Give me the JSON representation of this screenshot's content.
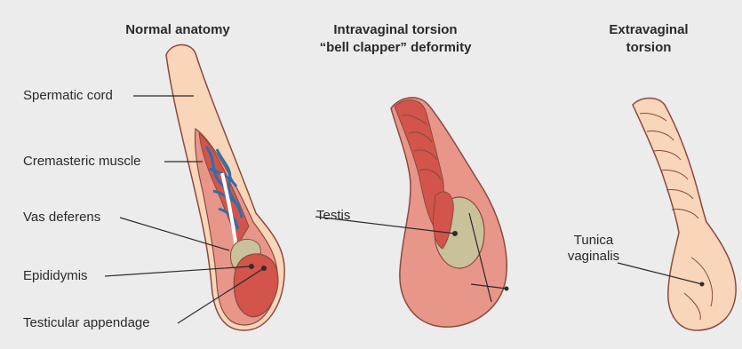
{
  "panels": {
    "normal": {
      "title": "Normal anatomy"
    },
    "intravaginal": {
      "title_line1": "Intravaginal torsion",
      "title_line2": "“bell clapper” deformity"
    },
    "extravaginal": {
      "title_line1": "Extravaginal",
      "title_line2": "torsion"
    }
  },
  "labels": {
    "spermatic_cord": "Spermatic cord",
    "cremasteric_muscle": "Cremasteric muscle",
    "vas_deferens": "Vas deferens",
    "epididymis": "Epididymis",
    "testicular_appendage": "Testicular appendage",
    "testis": "Testis",
    "tunica_line1": "Tunica",
    "tunica_line2": "vaginalis"
  },
  "colors": {
    "background": "#ececec",
    "skin": "#f9d5b9",
    "tunica": "#e8968a",
    "muscle": "#d2544a",
    "testis_inner": "#c9c19a",
    "vessel": "#2a6fb0",
    "outline": "#8a4a3e"
  }
}
